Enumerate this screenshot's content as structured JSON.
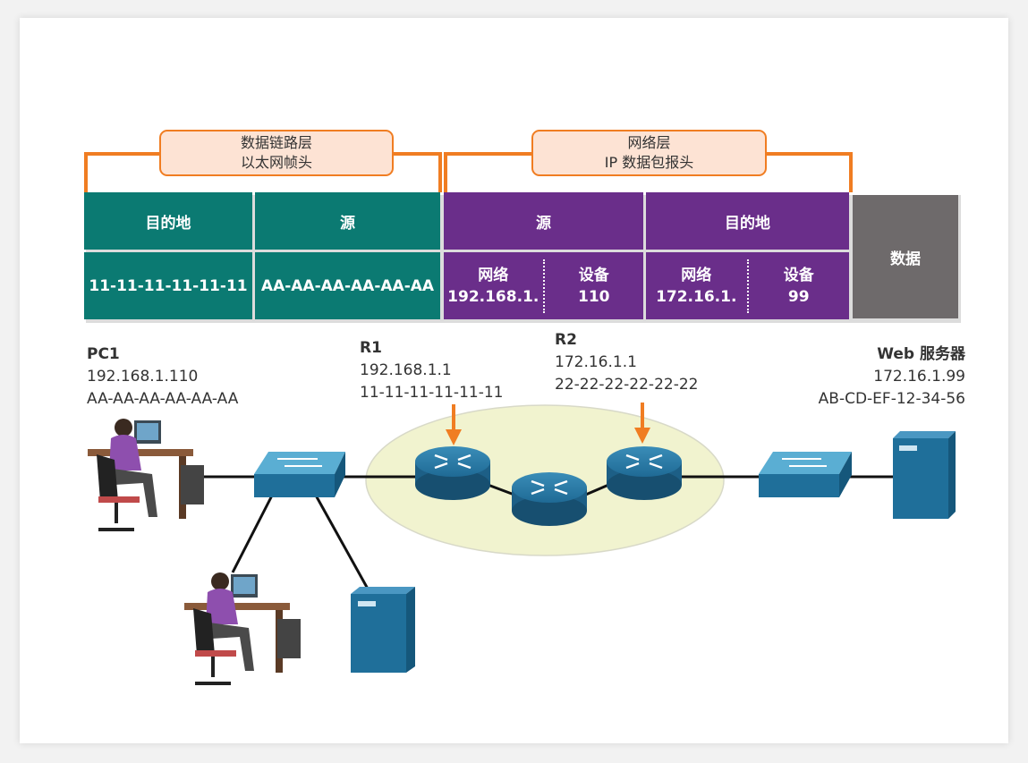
{
  "headers": {
    "datalink": {
      "line1": "数据链路层",
      "line2": "以太网帧头"
    },
    "network": {
      "line1": "网络层",
      "line2": "IP 数据包报头"
    }
  },
  "frame": {
    "dest_title": "目的地",
    "src_title": "源",
    "dest_mac": "11-11-11-11-11-11",
    "src_mac": "AA-AA-AA-AA-AA-AA"
  },
  "packet": {
    "src_title": "源",
    "dest_title": "目的地",
    "network_label": "网络",
    "device_label": "设备",
    "src_network": "192.168.1.",
    "src_device": "110",
    "dest_network": "172.16.1.",
    "dest_device": "99"
  },
  "data_label": "数据",
  "devices": {
    "pc1": {
      "name": "PC1",
      "ip": "192.168.1.110",
      "mac": "AA-AA-AA-AA-AA-AA"
    },
    "r1": {
      "name": "R1",
      "ip": "192.168.1.1",
      "mac": "11-11-11-11-11-11"
    },
    "r2": {
      "name": "R2",
      "ip": "172.16.1.1",
      "mac": "22-22-22-22-22-22"
    },
    "web": {
      "name": "Web 服务器",
      "ip": "172.16.1.99",
      "mac": "AB-CD-EF-12-34-56"
    }
  },
  "colors": {
    "ethernet": "#0b7a72",
    "ip": "#6a2e8a",
    "data": "#6e6a6b",
    "bracket": "#f07d22",
    "cloud": "#f1f3cf"
  }
}
